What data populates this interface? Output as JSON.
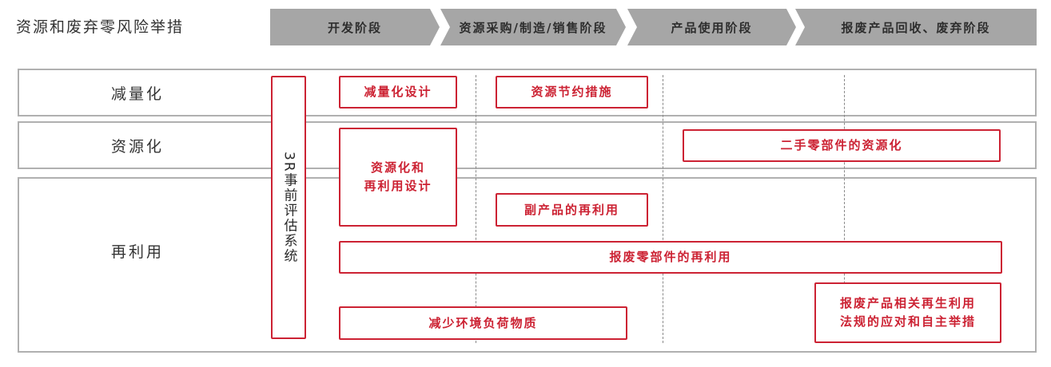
{
  "title": "资源和废弃零风险举措",
  "stages": [
    {
      "label": "开发阶段"
    },
    {
      "label": "资源采购/制造/销售阶段"
    },
    {
      "label": "产品使用阶段"
    },
    {
      "label": "报废产品回收、废弃阶段"
    }
  ],
  "rows": {
    "reduce": "减量化",
    "resource": "资源化",
    "reuse": "再利用"
  },
  "evaluation_system": "3R事前评估系统",
  "measures": {
    "reduce_design": "减量化设计",
    "resource_saving": "资源节约措施",
    "used_parts_resource": "二手零部件的资源化",
    "resource_reuse_design": [
      "资源化和",
      "再利用设计"
    ],
    "byproduct_reuse": "副产品的再利用",
    "scrap_parts_reuse": "报废零部件的再利用",
    "reduce_env_load": "减少环境负荷物质",
    "regulation_response": [
      "报废产品相关再生利用",
      "法规的应对和自主举措"
    ]
  },
  "colors": {
    "accent": "#cc2233",
    "stage_fill": "#a6a6a6",
    "band_border": "#b0b0b0"
  }
}
